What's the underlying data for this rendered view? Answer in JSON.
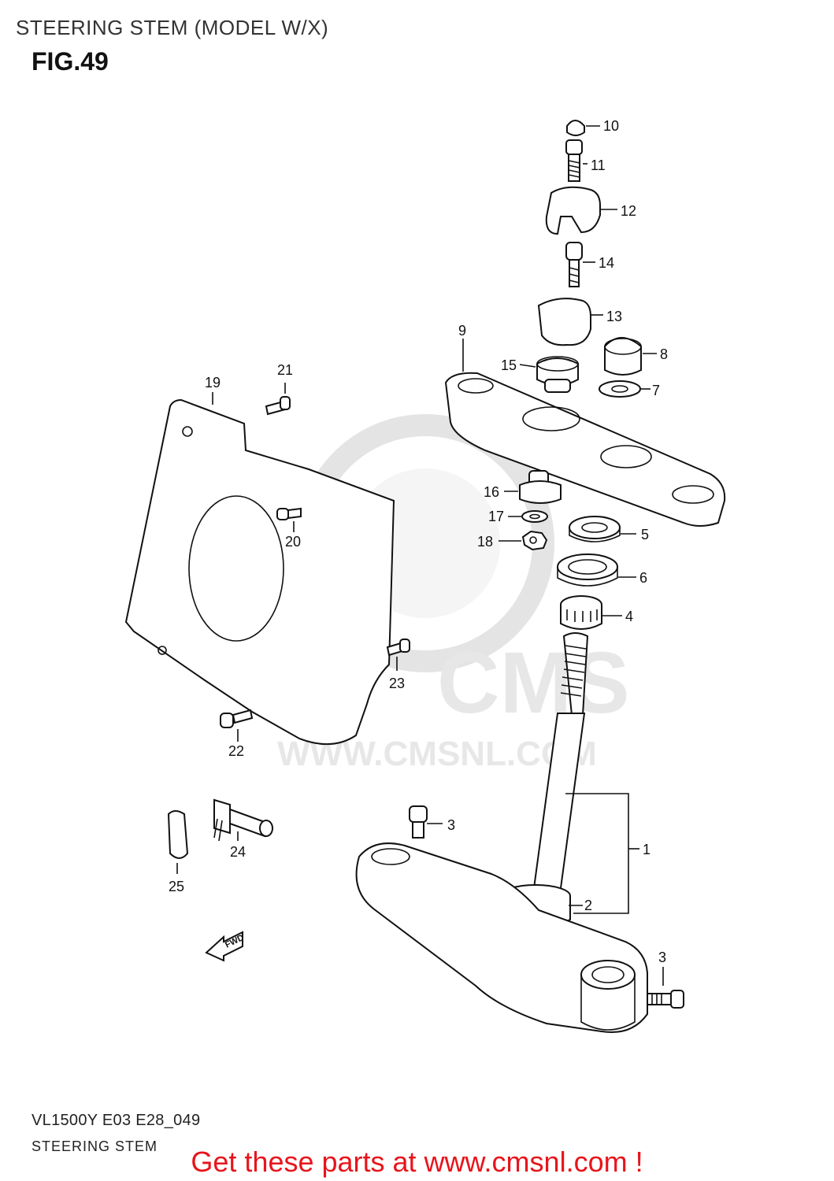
{
  "header": {
    "title": "STEERING STEM (MODEL W/X)",
    "figure": "FIG.49"
  },
  "footer": {
    "code": "VL1500Y E03 E28_049",
    "name": "STEERING STEM",
    "promo": "Get these parts at www.cmsnl.com !"
  },
  "watermark": {
    "brand": "CMS",
    "url": "WWW.CMSNL.COM"
  },
  "direction_arrow": "FWD",
  "callouts": [
    "10",
    "11",
    "12",
    "14",
    "13",
    "9",
    "8",
    "15",
    "7",
    "21",
    "19",
    "16",
    "17",
    "5",
    "18",
    "20",
    "6",
    "4",
    "23",
    "22",
    "3",
    "1",
    "24",
    "2",
    "25",
    "3"
  ]
}
